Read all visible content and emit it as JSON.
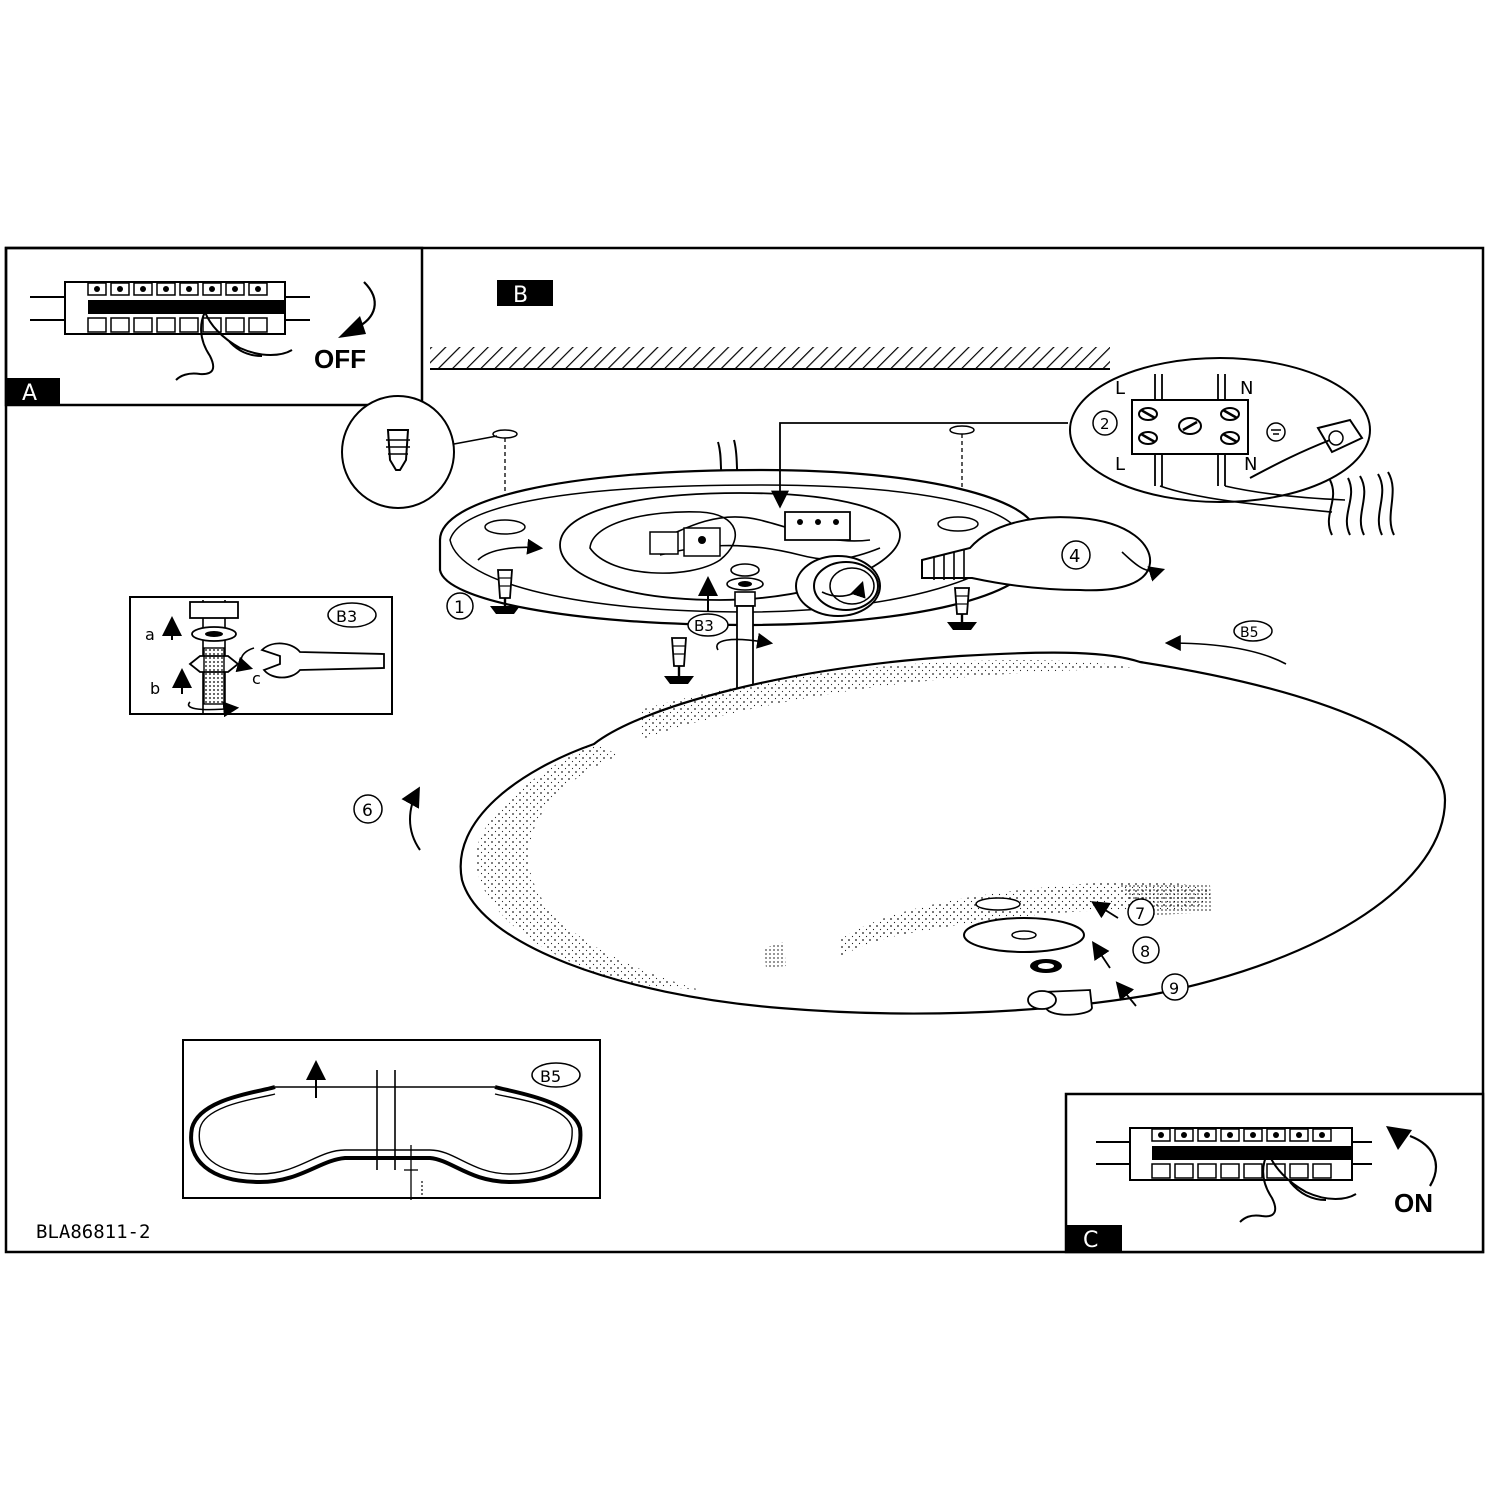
{
  "panels": {
    "a": {
      "tag": "A",
      "state_label": "OFF"
    },
    "b": {
      "tag": "B",
      "callouts": {
        "step1": "1",
        "step2": "2",
        "step4": "4",
        "step6": "6",
        "step7": "7",
        "step8": "8",
        "step9": "9",
        "ref_b3": "B3",
        "ref_b5": "B5"
      },
      "terminal_labels": {
        "line_top": "L",
        "neutral_top": "N",
        "line_bottom": "L",
        "neutral_bottom": "N"
      },
      "inset_b3": {
        "tag": "B3",
        "step_a": "a",
        "step_b": "b",
        "step_c": "c"
      },
      "inset_b5": {
        "tag": "B5"
      }
    },
    "c": {
      "tag": "C",
      "state_label": "ON"
    }
  },
  "document_code": "BLA86811-2"
}
